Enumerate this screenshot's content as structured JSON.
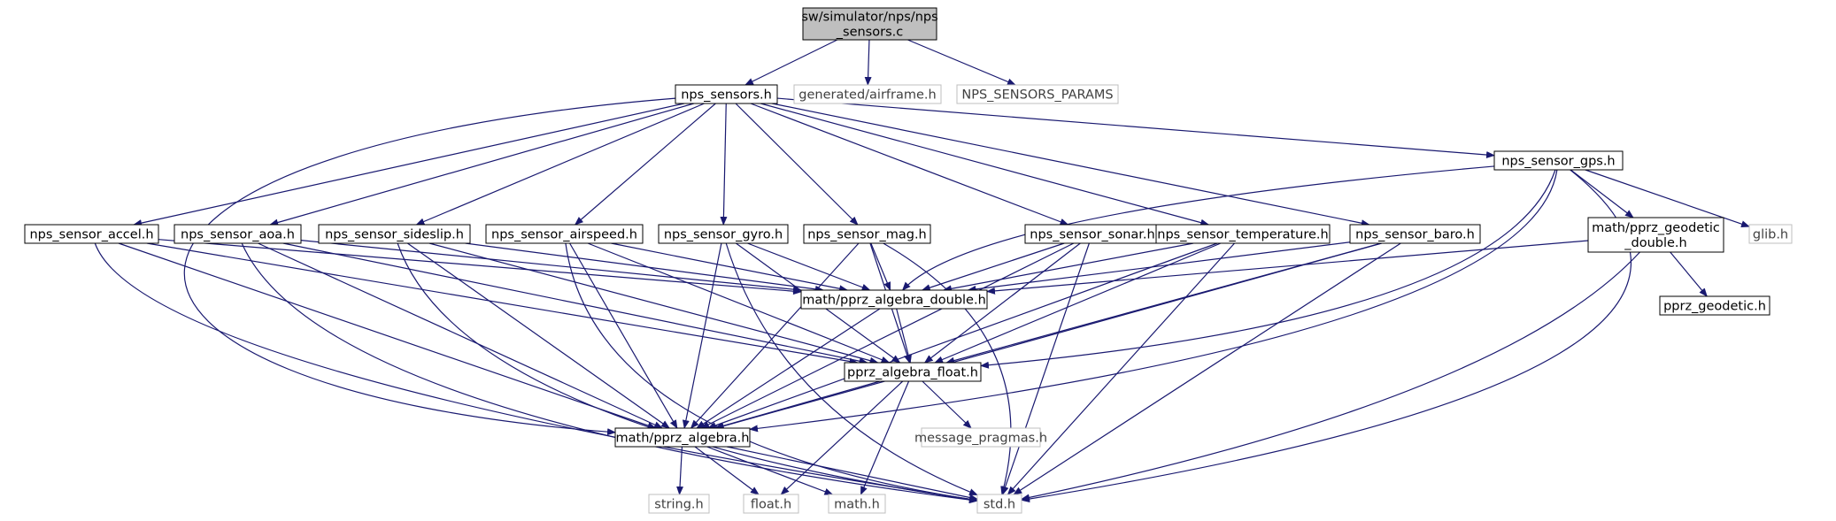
{
  "colors": {
    "edge": "#191970",
    "root_fill": "#bfbfbf",
    "node_border": "#000000",
    "missing_border": "#bfbfbf",
    "missing_text": "#404040",
    "text": "#000000"
  },
  "nodes": {
    "root": [
      "sw/simulator/nps/nps",
      "_sensors.c"
    ],
    "nps_sensors_h": [
      "nps_sensors.h"
    ],
    "generated_airframe_h": [
      "generated/airframe.h"
    ],
    "nps_sensors_params": [
      "NPS_SENSORS_PARAMS"
    ],
    "nps_sensor_accel_h": [
      "nps_sensor_accel.h"
    ],
    "nps_sensor_aoa_h": [
      "nps_sensor_aoa.h"
    ],
    "nps_sensor_sideslip_h": [
      "nps_sensor_sideslip.h"
    ],
    "nps_sensor_airspeed_h": [
      "nps_sensor_airspeed.h"
    ],
    "nps_sensor_gyro_h": [
      "nps_sensor_gyro.h"
    ],
    "nps_sensor_mag_h": [
      "nps_sensor_mag.h"
    ],
    "nps_sensor_sonar_h": [
      "nps_sensor_sonar.h"
    ],
    "nps_sensor_temperature_h": [
      "nps_sensor_temperature.h"
    ],
    "nps_sensor_baro_h": [
      "nps_sensor_baro.h"
    ],
    "nps_sensor_gps_h": [
      "nps_sensor_gps.h"
    ],
    "math_pprz_geodetic_double_h": [
      "math/pprz_geodetic",
      "_double.h"
    ],
    "glib_h": [
      "glib.h"
    ],
    "pprz_geodetic_h": [
      "pprz_geodetic.h"
    ],
    "math_pprz_algebra_double_h": [
      "math/pprz_algebra_double.h"
    ],
    "pprz_algebra_float_h": [
      "pprz_algebra_float.h"
    ],
    "math_pprz_algebra_h": [
      "math/pprz_algebra.h"
    ],
    "message_pragmas_h": [
      "message_pragmas.h"
    ],
    "string_h": [
      "string.h"
    ],
    "float_h": [
      "float.h"
    ],
    "math_h": [
      "math.h"
    ],
    "std_h": [
      "std.h"
    ]
  }
}
